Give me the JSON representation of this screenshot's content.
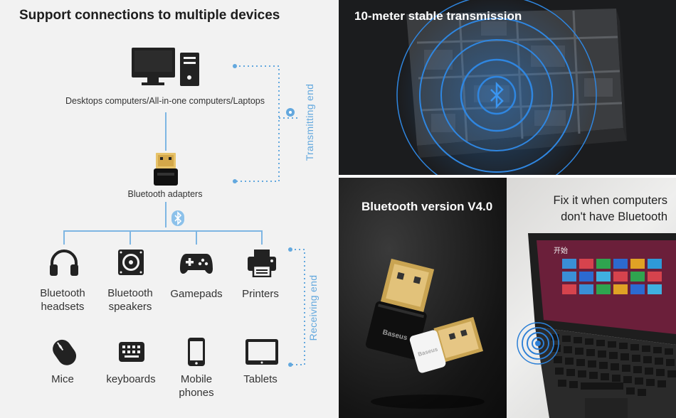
{
  "left_panel": {
    "title": "Support connections to multiple devices",
    "computer_label": "Desktops computers/All-in-one computers/Laptops",
    "adapter_label": "Bluetooth adapters",
    "transmitting_label": "Transmitting end",
    "receiving_label": "Receiving end",
    "devices": [
      {
        "label_line1": "Bluetooth",
        "label_line2": "headsets",
        "icon": "headset-icon"
      },
      {
        "label_line1": "Bluetooth",
        "label_line2": "speakers",
        "icon": "speaker-icon"
      },
      {
        "label_line1": "Gamepads",
        "label_line2": "",
        "icon": "gamepad-icon"
      },
      {
        "label_line1": "Printers",
        "label_line2": "",
        "icon": "printer-icon"
      },
      {
        "label_line1": "Mice",
        "label_line2": "",
        "icon": "mouse-icon"
      },
      {
        "label_line1": "keyboards",
        "label_line2": "",
        "icon": "keyboard-icon"
      },
      {
        "label_line1": "Mobile",
        "label_line2": "phones",
        "icon": "phone-icon"
      },
      {
        "label_line1": "Tablets",
        "label_line2": "",
        "icon": "tablet-icon"
      }
    ],
    "accent_color": "#63a8de"
  },
  "top_right_panel": {
    "title": "10-meter stable transmission"
  },
  "bottom_left_panel": {
    "title": "Bluetooth version V4.0",
    "brand": "Baseus"
  },
  "bottom_right_panel": {
    "title_line1": "Fix it when computers",
    "title_line2": "don't have Bluetooth",
    "screen_text": "开始"
  }
}
